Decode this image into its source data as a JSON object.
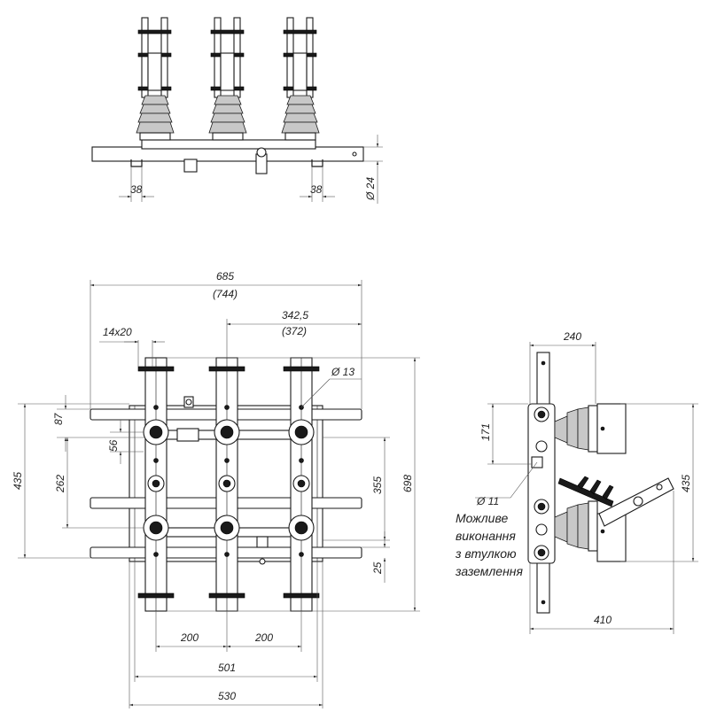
{
  "top_view": {
    "dims": {
      "left_38": "38",
      "right_38": "38",
      "diam_24": "Ø 24"
    }
  },
  "front_view": {
    "dims": {
      "w685": "685",
      "w744": "(744)",
      "w342": "342,5",
      "w372": "(372)",
      "w14x20": "14x20",
      "d13": "Ø 13",
      "h87": "87",
      "h56": "56",
      "h262": "262",
      "h435": "435",
      "h355": "355",
      "h698": "698",
      "h25": "25",
      "b200a": "200",
      "b200b": "200",
      "b501": "501",
      "b530": "530"
    }
  },
  "side_view": {
    "dims": {
      "w240": "240",
      "h171": "171",
      "d11": "Ø 11",
      "h435": "435",
      "w410": "410"
    },
    "note": [
      "Можливе",
      "виконання",
      "з втулкою",
      "заземлення"
    ]
  }
}
